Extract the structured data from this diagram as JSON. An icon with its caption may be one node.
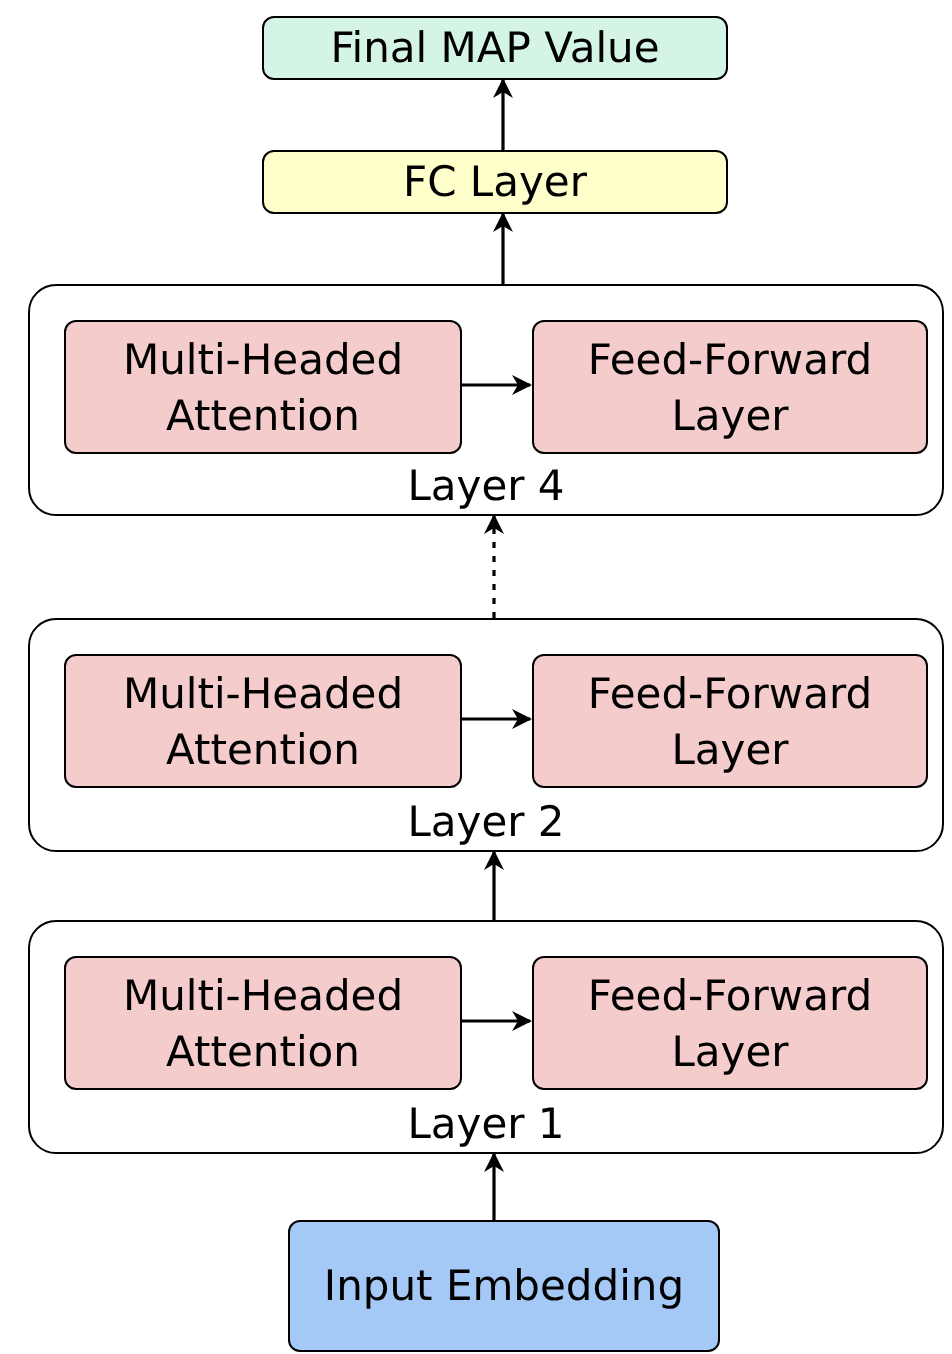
{
  "diagram": {
    "nodes": [
      {
        "text": [
          "Final MAP Value"
        ]
      },
      {
        "text": [
          "FC Layer"
        ]
      },
      {
        "text": [
          "Layer 4"
        ]
      },
      {
        "text": [
          "Multi-Headed Attention"
        ],
        "in": 2
      },
      {
        "text": [
          "Feed-Forward Layer"
        ],
        "in": 2
      },
      {
        "text": [
          "Layer 2"
        ]
      },
      {
        "text": [
          "Multi-Headed Attention"
        ],
        "in": 5
      },
      {
        "text": [
          "Feed-Forward Layer"
        ],
        "in": 5
      },
      {
        "text": [
          "Layer 1"
        ]
      },
      {
        "text": [
          "Multi-Headed Attention"
        ],
        "in": 8
      },
      {
        "text": [
          "Feed-Forward Layer"
        ],
        "in": 8
      },
      {
        "text": [
          "Input Embedding"
        ]
      }
    ],
    "edges": [
      {
        "from": 11,
        "to": 8,
        "arrow": "to"
      },
      {
        "from": 9,
        "to": 10,
        "arrow": "to"
      },
      {
        "from": 8,
        "to": 5,
        "arrow": "to"
      },
      {
        "from": 6,
        "to": 7,
        "arrow": "to"
      },
      {
        "from": 5,
        "to": 2,
        "arrow": "to",
        "style": "dashed"
      },
      {
        "from": 3,
        "to": 4,
        "arrow": "to"
      },
      {
        "from": 2,
        "to": 1,
        "arrow": "to"
      },
      {
        "from": 1,
        "to": 0,
        "arrow": "to"
      }
    ]
  }
}
